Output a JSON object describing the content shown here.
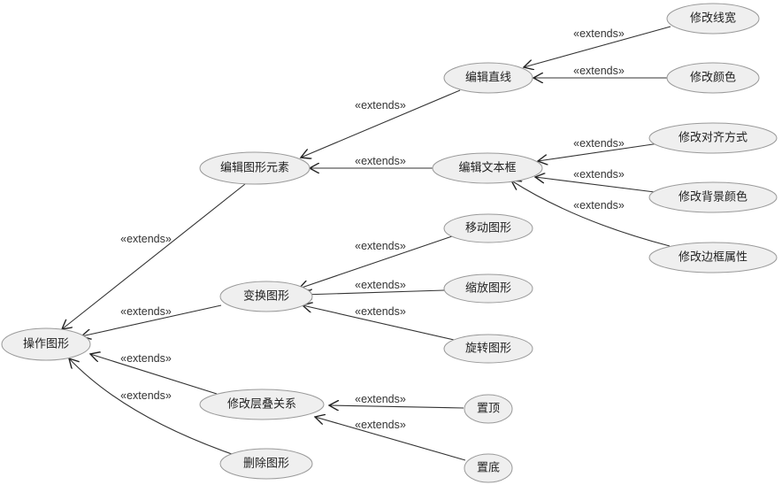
{
  "diagram": {
    "type": "use-case",
    "nodes": [
      {
        "id": "op",
        "label": "操作图形"
      },
      {
        "id": "edit",
        "label": "编辑图形元素"
      },
      {
        "id": "transform",
        "label": "变换图形"
      },
      {
        "id": "layer",
        "label": "修改层叠关系"
      },
      {
        "id": "delete",
        "label": "删除图形"
      },
      {
        "id": "line",
        "label": "编辑直线"
      },
      {
        "id": "textbox",
        "label": "编辑文本框"
      },
      {
        "id": "linewidth",
        "label": "修改线宽"
      },
      {
        "id": "color",
        "label": "修改颜色"
      },
      {
        "id": "align",
        "label": "修改对齐方式"
      },
      {
        "id": "bg",
        "label": "修改背景颜色"
      },
      {
        "id": "border",
        "label": "修改边框属性"
      },
      {
        "id": "move",
        "label": "移动图形"
      },
      {
        "id": "scale",
        "label": "缩放图形"
      },
      {
        "id": "rotate",
        "label": "旋转图形"
      },
      {
        "id": "top",
        "label": "置顶"
      },
      {
        "id": "bottom",
        "label": "置底"
      }
    ],
    "edges": [
      {
        "from": "linewidth",
        "to": "line",
        "label": "«extends»"
      },
      {
        "from": "color",
        "to": "line",
        "label": "«extends»"
      },
      {
        "from": "line",
        "to": "edit",
        "label": "«extends»"
      },
      {
        "from": "textbox",
        "to": "edit",
        "label": "«extends»"
      },
      {
        "from": "align",
        "to": "textbox",
        "label": "«extends»"
      },
      {
        "from": "bg",
        "to": "textbox",
        "label": "«extends»"
      },
      {
        "from": "border",
        "to": "textbox",
        "label": "«extends»"
      },
      {
        "from": "edit",
        "to": "op",
        "label": "«extends»"
      },
      {
        "from": "move",
        "to": "transform",
        "label": "«extends»"
      },
      {
        "from": "scale",
        "to": "transform",
        "label": "«extends»"
      },
      {
        "from": "rotate",
        "to": "transform",
        "label": "«extends»"
      },
      {
        "from": "transform",
        "to": "op",
        "label": "«extends»"
      },
      {
        "from": "layer",
        "to": "op",
        "label": "«extends»"
      },
      {
        "from": "delete",
        "to": "op",
        "label": "«extends»"
      },
      {
        "from": "top",
        "to": "layer",
        "label": "«extends»"
      },
      {
        "from": "bottom",
        "to": "layer",
        "label": "«extends»"
      }
    ]
  }
}
